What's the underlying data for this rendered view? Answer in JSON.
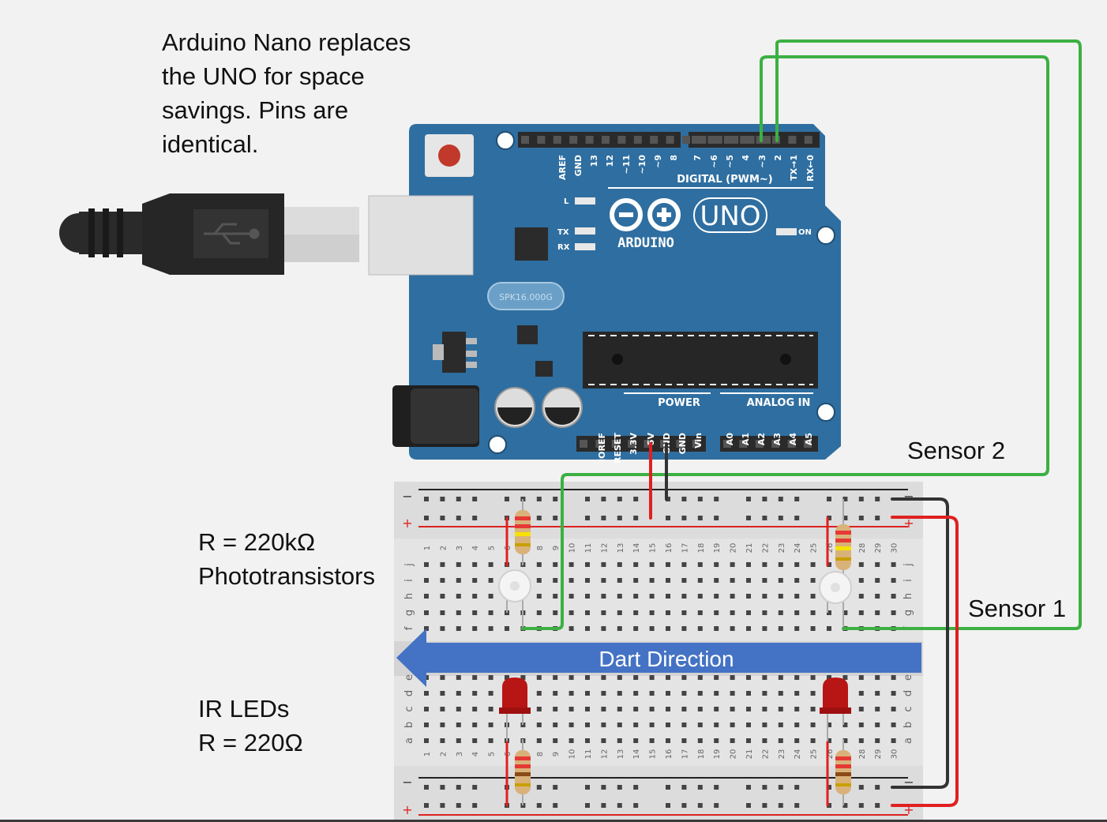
{
  "notes": {
    "nano_replaces": "Arduino Nano replaces\nthe UNO for space\nsavings. Pins are\nidentical.",
    "phototransistor_resistor": "R = 220kΩ",
    "phototransistors": "Phototransistors",
    "ir_leds": "IR LEDs",
    "led_resistor": "R = 220Ω",
    "sensor2": "Sensor 2",
    "sensor1": "Sensor 1"
  },
  "arrow_label": "Dart Direction",
  "board": {
    "brand": "ARDUINO",
    "model": "UNO",
    "digital_header": "DIGITAL (PWM~)",
    "power_header": "POWER",
    "analog_header": "ANALOG IN",
    "on_label": "ON",
    "l_label": "L",
    "tx_label": "TX",
    "rx_label": "RX",
    "crystal": "SPK16.000G",
    "digital_pins": [
      "AREF",
      "GND",
      "13",
      "12",
      "~11",
      "~10",
      "~9",
      "8",
      "7",
      "~6",
      "~5",
      "4",
      "~3",
      "2",
      "TX→1",
      "RX←0"
    ],
    "power_pins": [
      "IOREF",
      "RESET",
      "3.3V",
      "5V",
      "GND",
      "GND",
      "Vin"
    ],
    "analog_pins": [
      "A0",
      "A1",
      "A2",
      "A3",
      "A4",
      "A5"
    ]
  },
  "breadboard": {
    "minus": "−",
    "plus": "+",
    "rows_upper": [
      "j",
      "i",
      "h",
      "g",
      "f"
    ],
    "rows_lower": [
      "e",
      "d",
      "c",
      "b",
      "a"
    ],
    "columns": [
      "1",
      "2",
      "3",
      "4",
      "5",
      "6",
      "7",
      "8",
      "9",
      "10",
      "11",
      "12",
      "13",
      "14",
      "15",
      "16",
      "17",
      "18",
      "19",
      "20",
      "21",
      "22",
      "23",
      "24",
      "25",
      "26",
      "27",
      "28",
      "29",
      "30"
    ]
  },
  "colors": {
    "board_blue": "#2f6ea0",
    "signal_wire": "#3cb043",
    "power_wire": "#e02020",
    "ground_wire": "#333333",
    "arrow": "#4472c4",
    "led": "#b81515"
  }
}
